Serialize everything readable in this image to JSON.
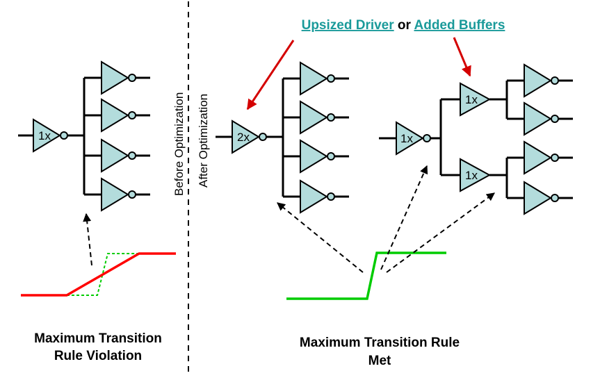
{
  "header": {
    "part1": "Upsized Driver",
    "connector": " or ",
    "part2": "Added Buffers"
  },
  "divider": {
    "before_label": "Before Optimization",
    "after_label": "After Optimization"
  },
  "left_panel": {
    "driver_label": "1x",
    "caption_line1": "Maximum Transition",
    "caption_line2": "Rule Violation"
  },
  "middle_panel": {
    "driver_label": "2x",
    "caption_line1": "Maximum Transition Rule",
    "caption_line2": "Met"
  },
  "right_panel": {
    "driver_label": "1x",
    "buffer_top_label": "1x",
    "buffer_bottom_label": "1x"
  },
  "colors": {
    "gate_fill": "#b3dcdc",
    "violation_wave": "#ff0000",
    "good_wave": "#00cc00",
    "arrow_red": "#d40000",
    "header_link": "#1a9a9a"
  }
}
